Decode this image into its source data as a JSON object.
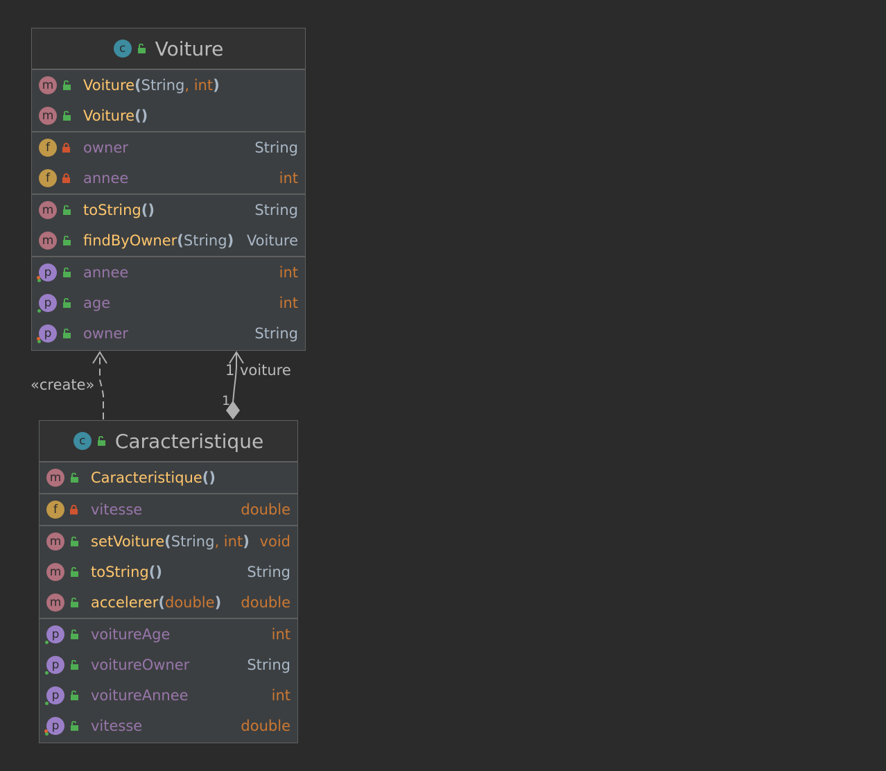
{
  "voiture": {
    "name": "Voiture",
    "constructors": [
      {
        "name": "Voiture",
        "params": [
          "String",
          "int"
        ]
      },
      {
        "name": "Voiture",
        "params": []
      }
    ],
    "fields": [
      {
        "name": "owner",
        "type": "String"
      },
      {
        "name": "annee",
        "type": "int"
      }
    ],
    "methods": [
      {
        "name": "toString",
        "params": [],
        "type": "String"
      },
      {
        "name": "findByOwner",
        "params": [
          "String"
        ],
        "type": "Voiture"
      }
    ],
    "properties": [
      {
        "name": "annee",
        "type": "int"
      },
      {
        "name": "age",
        "type": "int"
      },
      {
        "name": "owner",
        "type": "String"
      }
    ]
  },
  "caracteristique": {
    "name": "Caracteristique",
    "constructors": [
      {
        "name": "Caracteristique",
        "params": []
      }
    ],
    "fields": [
      {
        "name": "vitesse",
        "type": "double"
      }
    ],
    "methods": [
      {
        "name": "setVoiture",
        "params": [
          "String",
          "int"
        ],
        "type": "void"
      },
      {
        "name": "toString",
        "params": [],
        "type": "String"
      },
      {
        "name": "accelerer",
        "params": [
          "double"
        ],
        "type": "double"
      }
    ],
    "properties": [
      {
        "name": "voitureAge",
        "type": "int"
      },
      {
        "name": "voitureOwner",
        "type": "String"
      },
      {
        "name": "voitureAnnee",
        "type": "int"
      },
      {
        "name": "vitesse",
        "type": "double"
      }
    ]
  },
  "relations": {
    "create_label": "«create»",
    "assoc_role": "voiture",
    "assoc_mult_target": "1",
    "assoc_mult_source": "1"
  },
  "colors": {
    "background": "#2b2b2b",
    "class_body": "#3c3f41",
    "method_name": "#ffc66d",
    "field_name": "#9876aa",
    "keyword_type": "#cc7832",
    "plain_type": "#a9b7c6"
  },
  "icons": {
    "class": "class-icon",
    "method": "method-icon",
    "field": "field-icon",
    "property": "property-icon",
    "public": "unlocked-icon",
    "private": "locked-icon"
  }
}
